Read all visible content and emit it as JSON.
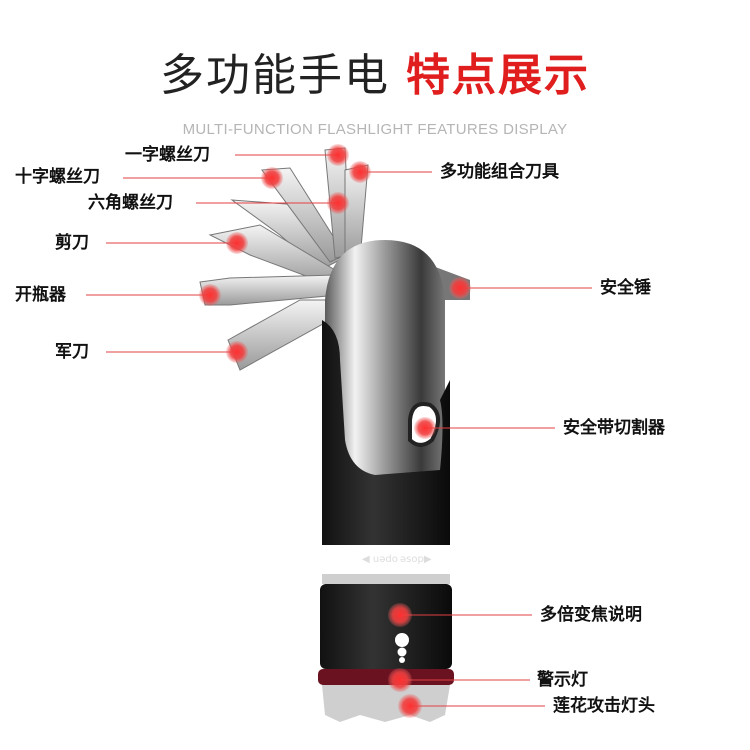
{
  "title": {
    "main": "多功能手电",
    "highlight": "特点展示"
  },
  "subtitle": "MULTI-FUNCTION FLASHLIGHT FEATURES DISPLAY",
  "colors": {
    "accent": "#e01e1e",
    "callout_dot": "#f03a3a",
    "line": "#e04040"
  },
  "labels_left": [
    "一字螺丝刀",
    "十字螺丝刀",
    "六角螺丝刀",
    "剪刀",
    "开瓶器",
    "军刀"
  ],
  "labels_right": [
    "多功能组合刀具",
    "安全锤",
    "安全带切割器",
    "多倍变焦说明",
    "警示灯",
    "莲花攻击灯头"
  ]
}
